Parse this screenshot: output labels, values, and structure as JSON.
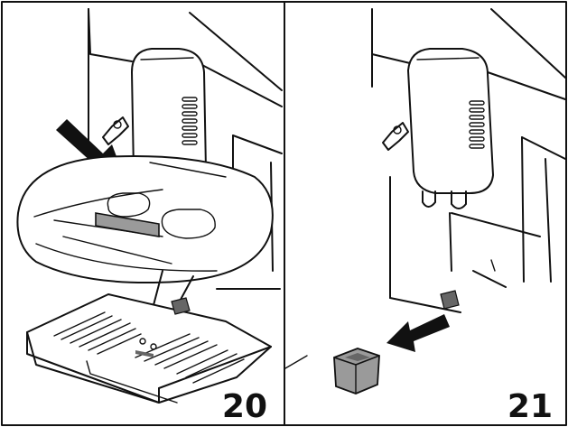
{
  "panels": [
    {
      "step": "20"
    },
    {
      "step": "21"
    }
  ],
  "colors": {
    "ink": "#111111",
    "paper": "#ffffff",
    "gray_part": "#9a9a9a",
    "dark_part": "#666666"
  },
  "icons": {
    "panel_20_arrow": "arrow-down-right",
    "panel_21_arrow": "arrow-left"
  }
}
